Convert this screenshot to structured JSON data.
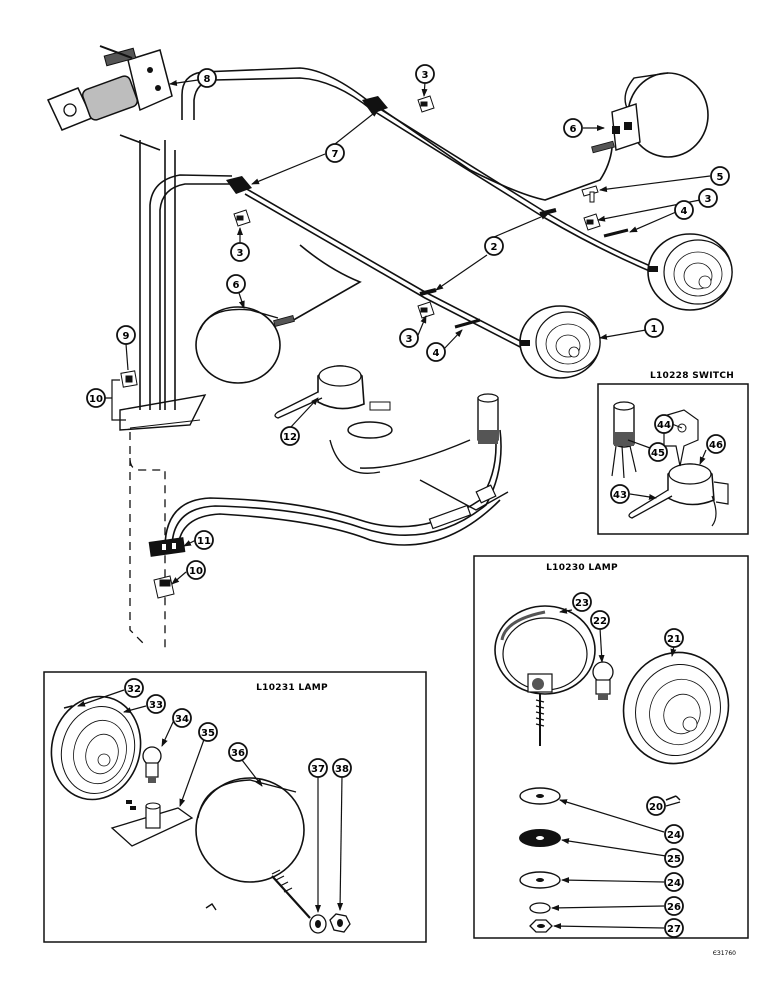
{
  "colors": {
    "ink": "#111111",
    "paper": "#ffffff",
    "shade": "#555555",
    "light": "#bdbdbd"
  },
  "panels": {
    "switch_title": "L10228 SWITCH",
    "lamp_l10230_title": "L10230 LAMP",
    "lamp_l10231_title": "L10231 LAMP"
  },
  "figure_code": "ЄЗ1760",
  "callouts": {
    "c8": "8",
    "c3a": "3",
    "c6a": "6",
    "c7": "7",
    "c5": "5",
    "c3b": "3",
    "c4a": "4",
    "c3c": "3",
    "c2": "2",
    "c6b": "6",
    "c1": "1",
    "c3d": "3",
    "c4b": "4",
    "c9": "9",
    "c10a": "10",
    "c12": "12",
    "c11": "11",
    "c10b": "10",
    "c44": "44",
    "c45": "45",
    "c46": "46",
    "c43": "43",
    "c23": "23",
    "c22": "22",
    "c21": "21",
    "c20": "20",
    "c24a": "24",
    "c25": "25",
    "c24b": "24",
    "c26": "26",
    "c27": "27",
    "c32": "32",
    "c33": "33",
    "c34": "34",
    "c35": "35",
    "c36": "36",
    "c37": "37",
    "c38": "38"
  }
}
